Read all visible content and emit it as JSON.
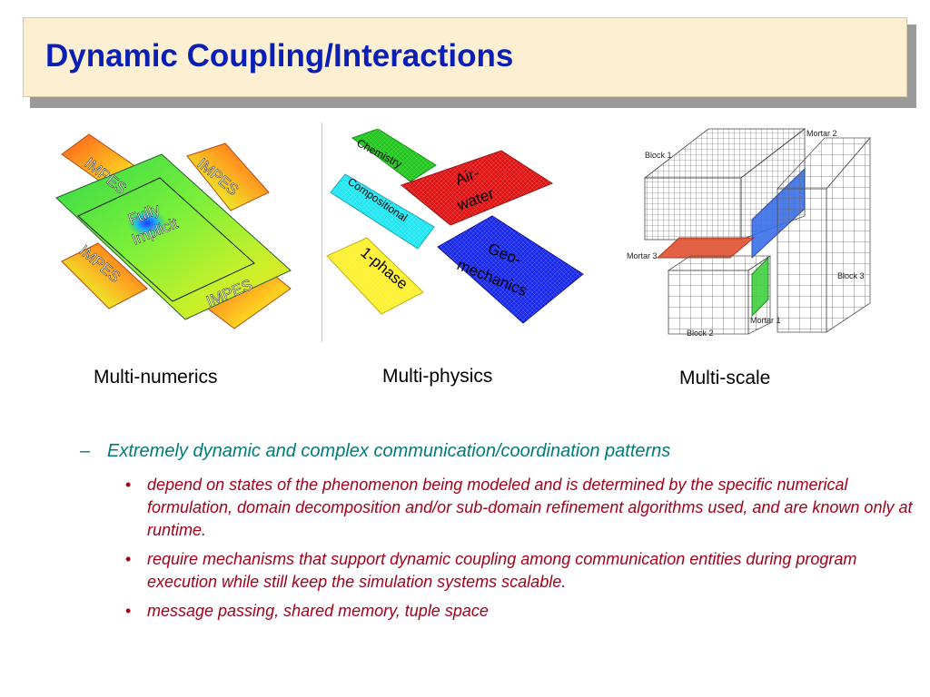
{
  "title": "Dynamic Coupling/Interactions",
  "figures": {
    "numerics": {
      "caption": "Multi-numerics",
      "labels": {
        "impes_tl": "IMPES",
        "impes_tr": "IMPES",
        "impes_bl": "IMPES",
        "impes_br": "IMPES",
        "fully": "Fully",
        "implicit": "Implicit"
      }
    },
    "physics": {
      "caption": "Multi-physics",
      "labels": {
        "chemistry": "Chemistry",
        "air": "Air-",
        "water": "water",
        "compositional": "Compositional",
        "phase": "1-phase",
        "geo": "Geo-",
        "mechanics": "mechanics"
      }
    },
    "scale": {
      "caption": "Multi-scale",
      "labels": {
        "block1": "Block 1",
        "block2": "Block 2",
        "block3": "Block 3",
        "mortar1": "Mortar 1",
        "mortar2": "Mortar 2",
        "mortar3": "Mortar 3"
      }
    }
  },
  "heading_bullet": {
    "marker": "–",
    "text": "Extremely dynamic and complex communication/coordination patterns"
  },
  "bullets": [
    "depend on states of the phenomenon being modeled and is determined by the specific numerical formulation, domain decomposition and/or sub-domain refinement algorithms used, and are known only at runtime.",
    "require mechanisms that support dynamic coupling among communication entities during program execution while still keep the simulation systems scalable.",
    "message passing, shared memory, tuple space"
  ],
  "bullet_marker": "•",
  "colors": {
    "title": "#0a1fb5",
    "heading": "#007a7a",
    "bullets": "#a3001a",
    "title_bg": "#fdf0d2"
  }
}
